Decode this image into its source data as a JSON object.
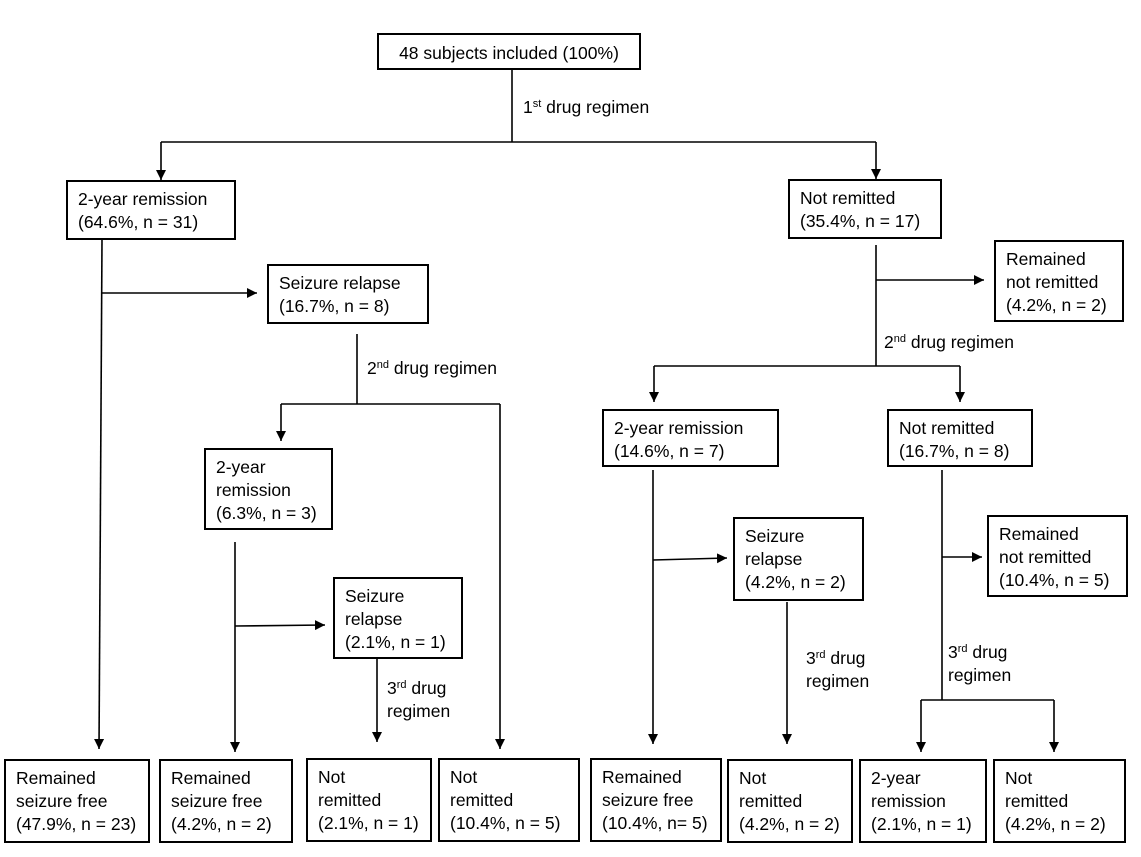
{
  "nodes": {
    "root": [
      "48 subjects included (100%)"
    ],
    "l_remission": [
      "2-year remission",
      "(64.6%, n = 31)"
    ],
    "r_not_remitted": [
      "Not remitted",
      "(35.4%, n = 17)"
    ],
    "l_relapse": [
      "Seizure relapse",
      "(16.7%, n = 8)"
    ],
    "r_remained_not": [
      "Remained",
      "not remitted",
      "(4.2%, n = 2)"
    ],
    "l2_remission": [
      "2-year",
      "remission",
      "(6.3%, n = 3)"
    ],
    "r2_remission": [
      "2-year remission",
      "(14.6%, n = 7)"
    ],
    "r2_not_remitted": [
      "Not remitted",
      "(16.7%, n = 8)"
    ],
    "l2_relapse": [
      "Seizure",
      "relapse",
      "(2.1%, n = 1)"
    ],
    "r2_relapse": [
      "Seizure",
      "relapse",
      "(4.2%, n = 2)"
    ],
    "r2_remained_not": [
      "Remained",
      "not remitted",
      "(10.4%, n = 5)"
    ],
    "o1": [
      "Remained",
      "seizure free",
      "(47.9%, n = 23)"
    ],
    "o2": [
      "Remained",
      "seizure free",
      "(4.2%, n = 2)"
    ],
    "o3": [
      "Not",
      "remitted",
      "(2.1%, n = 1)"
    ],
    "o4": [
      "Not",
      "remitted",
      "(10.4%, n = 5)"
    ],
    "o5": [
      "Remained",
      "seizure free",
      "(10.4%, n= 5)"
    ],
    "o6": [
      "Not",
      "remitted",
      "(4.2%, n = 2)"
    ],
    "o7": [
      "2-year",
      "remission",
      "(2.1%, n = 1)"
    ],
    "o8": [
      "Not",
      "remitted",
      "(4.2%, n = 2)"
    ]
  },
  "labels": {
    "first_regimen": {
      "ordinal": "1",
      "suffix": "st",
      "text": " drug regimen"
    },
    "second_regimen_left": {
      "ordinal": "2",
      "suffix": "nd",
      "text": " drug regimen"
    },
    "second_regimen_right": {
      "ordinal": "2",
      "suffix": "nd",
      "text": " drug regimen"
    },
    "third_regimen_left": {
      "ordinal": "3",
      "suffix": "rd",
      "text": " drug",
      "line2": "regimen"
    },
    "third_regimen_mid": {
      "ordinal": "3",
      "suffix": "rd",
      "text": " drug",
      "line2": "regimen"
    },
    "third_regimen_right": {
      "ordinal": "3",
      "suffix": "rd",
      "text": " drug",
      "line2": "regimen"
    }
  }
}
